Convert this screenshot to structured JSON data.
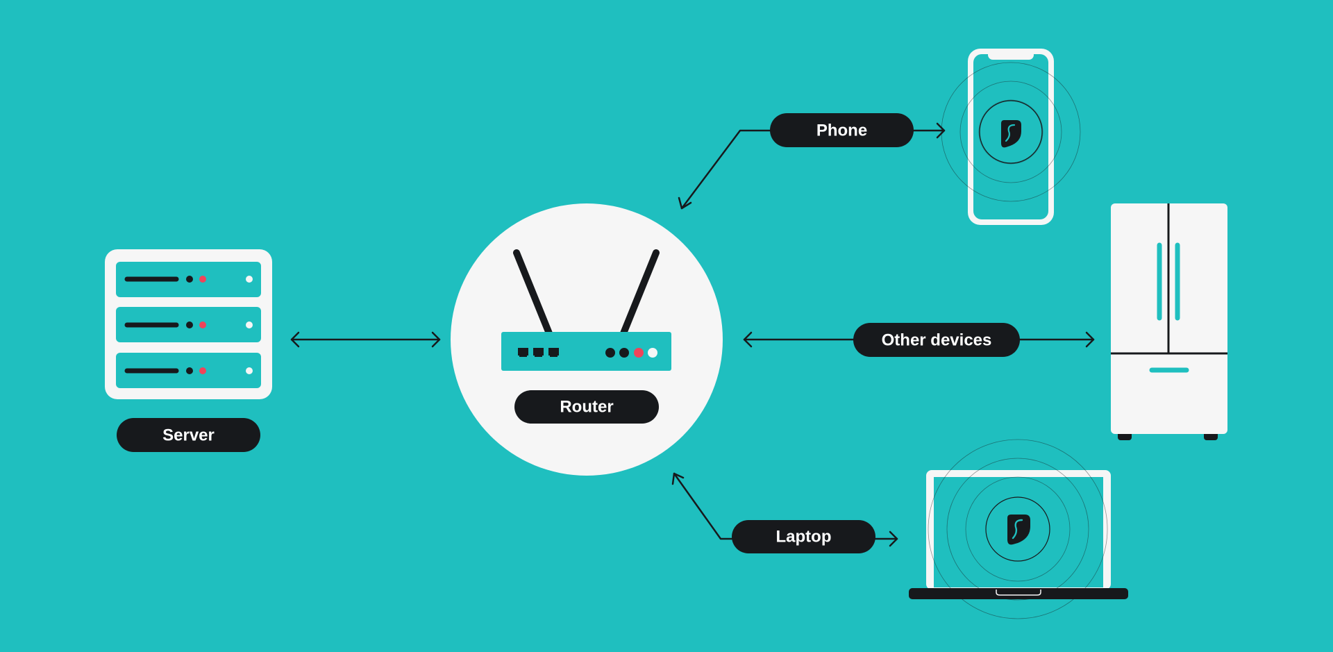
{
  "colors": {
    "background": "#1fbfbf",
    "dark": "#17191c",
    "light": "#f6f6f6",
    "accent_red": "#f0445a"
  },
  "nodes": {
    "server": {
      "label": "Server",
      "icon": "server-rack-icon"
    },
    "router": {
      "label": "Router",
      "icon": "wifi-router-icon"
    },
    "phone": {
      "label": "Phone",
      "icon": "smartphone-icon"
    },
    "other_devices": {
      "label": "Other devices",
      "icon": "refrigerator-icon"
    },
    "laptop": {
      "label": "Laptop",
      "icon": "laptop-icon"
    }
  },
  "logo_icon": "surfshark-logo-icon",
  "connections": [
    {
      "from": "server",
      "to": "router",
      "arrows": "both"
    },
    {
      "from": "router",
      "to": "phone",
      "arrows": "both"
    },
    {
      "from": "router",
      "to": "other_devices",
      "arrows": "both"
    },
    {
      "from": "router",
      "to": "laptop",
      "arrows": "both"
    }
  ]
}
